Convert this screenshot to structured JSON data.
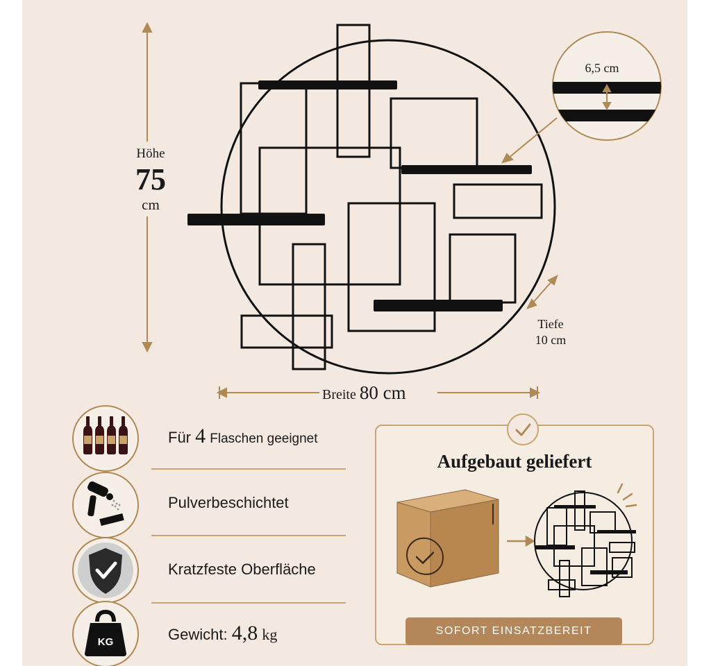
{
  "dimensions": {
    "height": {
      "label": "Höhe",
      "value": "75",
      "unit": "cm"
    },
    "width": {
      "label": "Breite",
      "value": "80 cm"
    },
    "depth": {
      "label": "Tiefe",
      "value": "10 cm"
    },
    "shelf_gap": "6,5 cm"
  },
  "features": [
    {
      "icon": "wine-bottles-icon",
      "prefix": "Für",
      "number": "4",
      "suffix": "Flaschen geeignet"
    },
    {
      "icon": "spray-gun-icon",
      "text": "Pulverbeschichtet"
    },
    {
      "icon": "shield-check-icon",
      "text": "Kratzfeste Oberfläche"
    },
    {
      "icon": "weight-kg-icon",
      "prefix": "Gewicht:",
      "number": "4,8",
      "unit": "kg",
      "badge": "KG"
    }
  ],
  "delivery": {
    "title": "Aufgebaut geliefert",
    "banner": "SOFORT EINSATZBEREIT"
  },
  "colors": {
    "background": "#f3e9e0",
    "accent": "#b08a55",
    "banner": "#b4875a",
    "cardboard": "#c99a62",
    "metal": "#111111"
  }
}
